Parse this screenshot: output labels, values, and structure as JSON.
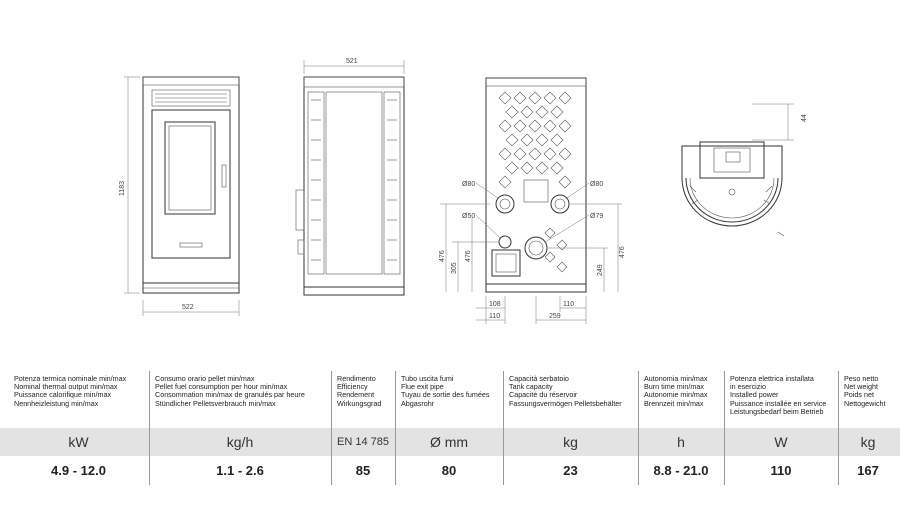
{
  "drawing_labels": {
    "front_width": "522",
    "height": "1183",
    "side_depth": "521",
    "flue_left": "Ø80",
    "flue_right": "Ø80",
    "inlet_small": "Ø50",
    "inlet_large": "Ø79",
    "dim_476_a": "476",
    "dim_476_b": "476",
    "dim_476_c": "476",
    "dim_305": "305",
    "dim_249": "249",
    "dim_108": "108",
    "dim_110_a": "110",
    "dim_110_b": "110",
    "dim_259": "259",
    "dim_44": "44"
  },
  "spec_table": {
    "columns": [
      {
        "lines": [
          "Potenza termica nominale min/max",
          "Nominal thermal output min/max",
          "Puissance calorifique min/max",
          "Nennheizleistung min/max"
        ],
        "unit": "kW",
        "value": "4.9 - 12.0"
      },
      {
        "lines": [
          "Consumo orario pellet min/max",
          "Pellet fuel consumption per hour min/max",
          "Consommation min/max de granulés par heure",
          "Stündlicher Pelletsverbrauch min/max"
        ],
        "unit": "kg/h",
        "value": "1.1 - 2.6"
      },
      {
        "lines": [
          "Rendimento",
          "Efficiency",
          "Rendement",
          "Wirkungsgrad"
        ],
        "unit": "EN 14 785",
        "value": "85"
      },
      {
        "lines": [
          "Tubo uscita fumi",
          "Flue exit pipe",
          "Tuyau de sortie des fumées",
          "Abgasrohr"
        ],
        "unit": "Ø mm",
        "value": "80"
      },
      {
        "lines": [
          "Capacità serbatoio",
          "Tank capacity",
          "Capacité du réservoir",
          "Fassungsvermögen Pelletsbehälter"
        ],
        "unit": "kg",
        "value": "23"
      },
      {
        "lines": [
          "Autonomia min/max",
          "Burn time min/max",
          "Autonomie min/max",
          "Brennzeit min/max"
        ],
        "unit": "h",
        "value": "8.8 - 21.0"
      },
      {
        "lines": [
          "Potenza elettrica installata",
          "in esercizio",
          "Installed power",
          "Puissance installée en service",
          "Leistungsbedarf beim Betrieb"
        ],
        "unit": "W",
        "value": "110"
      },
      {
        "lines": [
          "Peso netto",
          "Net weight",
          "Poids net",
          "Nettogewicht"
        ],
        "unit": "kg",
        "value": "167"
      }
    ]
  }
}
